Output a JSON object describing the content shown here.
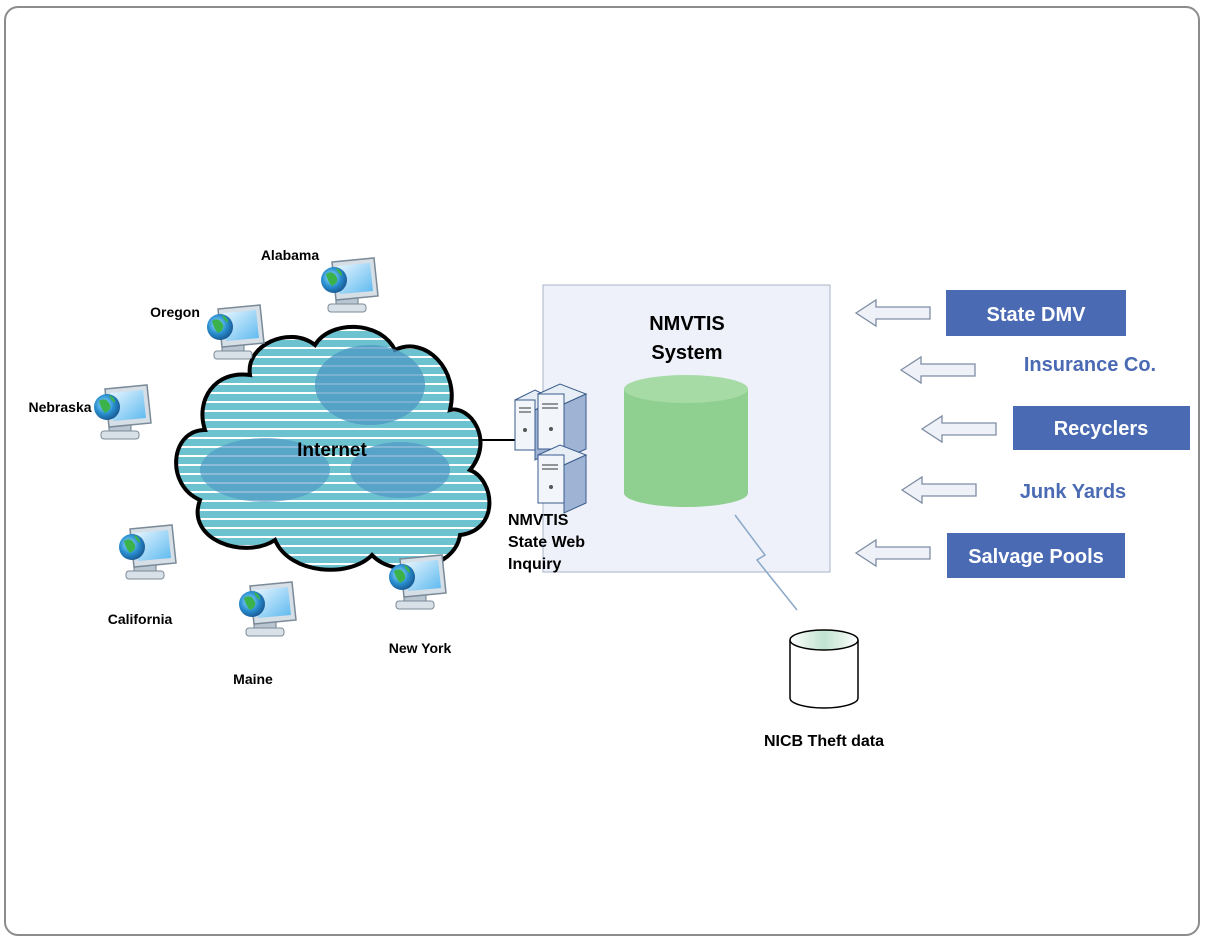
{
  "diagram": {
    "internet_label": "Internet",
    "system_label_line1": "NMVTIS",
    "system_label_line2": "System",
    "web_inquiry_line1": "NMVTIS",
    "web_inquiry_line2": "State Web",
    "web_inquiry_line3": "Inquiry",
    "nicb_label": "NICB Theft data",
    "states": [
      "Alabama",
      "Oregon",
      "Nebraska",
      "California",
      "Maine",
      "New York"
    ],
    "sources": [
      {
        "label": "State DMV",
        "boxed": true
      },
      {
        "label": "Insurance Co.",
        "boxed": false
      },
      {
        "label": "Recyclers",
        "boxed": true
      },
      {
        "label": "Junk Yards",
        "boxed": false
      },
      {
        "label": "Salvage Pools",
        "boxed": true
      }
    ]
  },
  "colors": {
    "source_box": "#4a6ab4",
    "source_text": "#4a6ab4",
    "system_panel": "#eef1f9",
    "database": "#8fcf8f",
    "cloud": "#7cc6d4"
  },
  "icons": [
    "computer-globe-icon",
    "server-icon",
    "database-icon",
    "cloud-icon",
    "arrow-left-icon",
    "lightning-link-icon"
  ]
}
